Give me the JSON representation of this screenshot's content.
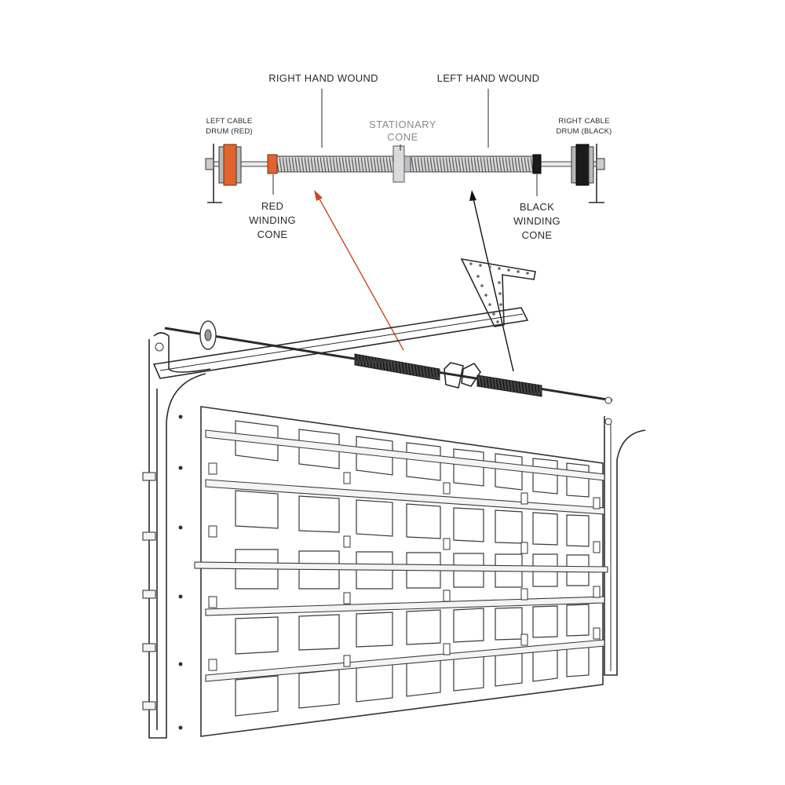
{
  "labels": {
    "right_hand_wound": "RIGHT HAND WOUND",
    "left_hand_wound": "LEFT HAND WOUND",
    "stationary_cone_line1": "STATIONARY",
    "stationary_cone_line2": "CONE",
    "left_cable_drum_line1": "LEFT CABLE",
    "left_cable_drum_line2": "DRUM (RED)",
    "right_cable_drum_line1": "RIGHT CABLE",
    "right_cable_drum_line2": "DRUM (BLACK)",
    "red_winding_cone_line1": "RED",
    "red_winding_cone_line2": "WINDING",
    "red_winding_cone_line3": "CONE",
    "black_winding_cone_line1": "BLACK",
    "black_winding_cone_line2": "WINDING",
    "black_winding_cone_line3": "CONE"
  },
  "colors": {
    "red_component": "#e0642d",
    "red_arrow": "#c84a1c",
    "black_component": "#1a1a1a",
    "line": "#2b2b2b"
  }
}
